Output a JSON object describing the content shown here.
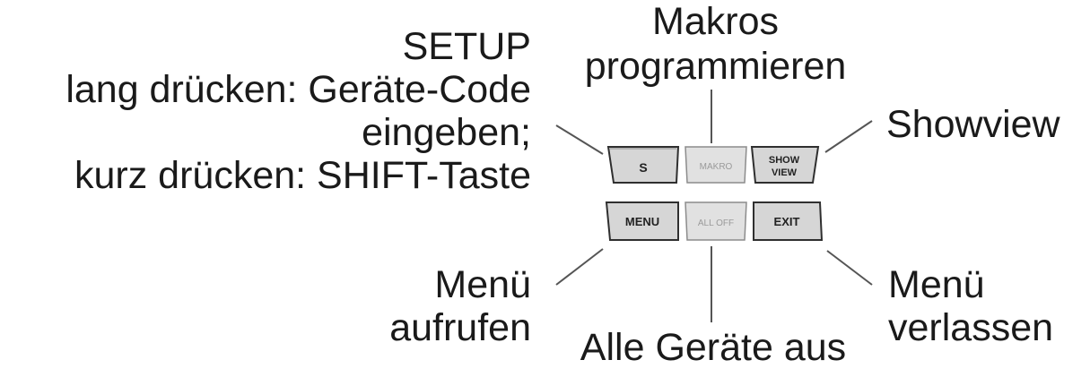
{
  "labels": {
    "setup_line1": "SETUP",
    "setup_line2": "lang drücken: Geräte-Code",
    "setup_line3": "eingeben;",
    "setup_line4": "kurz drücken: SHIFT-Taste",
    "makros_line1": "Makros",
    "makros_line2": "programmieren",
    "showview": "Showview",
    "menu_open_line1": "Menü",
    "menu_open_line2": "aufrufen",
    "all_off": "Alle Geräte aus",
    "menu_exit_line1": "Menü",
    "menu_exit_line2": "verlassen"
  },
  "keys": {
    "s": "S",
    "makro": "MAKRO",
    "showview_line1": "SHOW",
    "showview_line2": "VIEW",
    "menu": "MENU",
    "all_off": "ALL OFF",
    "exit": "EXIT"
  },
  "colors": {
    "key_fill": "#d4d4d4",
    "key_fill_light": "#e2e2e2",
    "key_stroke": "#333333",
    "text": "#1a1a1a",
    "dim_text": "#9a9a9a"
  }
}
